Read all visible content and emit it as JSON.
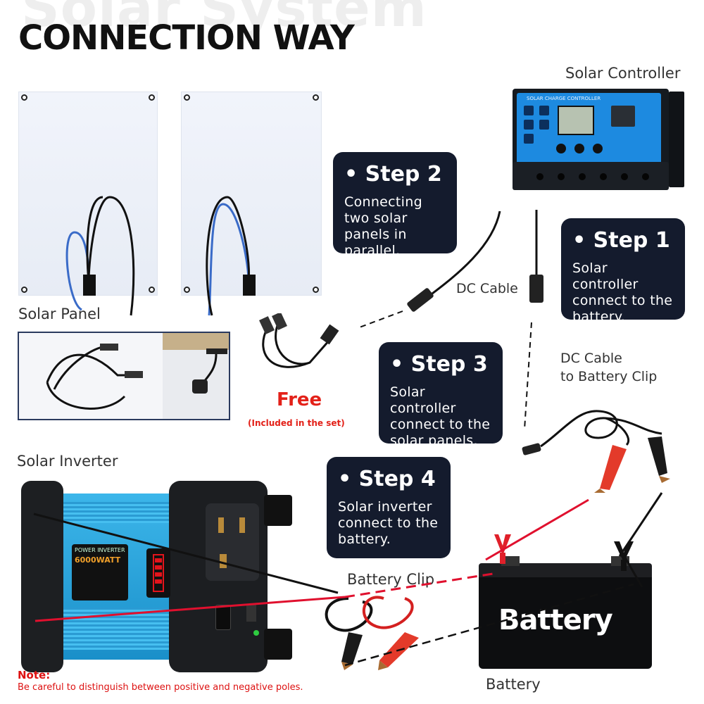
{
  "header": {
    "background_title": "Solar System",
    "title": "CONNECTION WAY"
  },
  "labels": {
    "solar_controller": "Solar Controller",
    "solar_panel": "Solar Panel",
    "dc_cable": "DC Cable",
    "dc_cable_battery_line1": "DC Cable",
    "dc_cable_battery_line2": "to Battery Clip",
    "solar_inverter": "Solar Inverter",
    "battery_clip": "Battery Clip",
    "battery": "Battery",
    "battery_body_text": "Battery",
    "free": "Free",
    "free_sub": "(Included in the set)"
  },
  "controller_screen": {
    "title": "SOLAR CHARGE CONTROLLER"
  },
  "inverter_label": {
    "line1": "POWER INVERTER",
    "line2": "6000WATT"
  },
  "steps": [
    {
      "title": "• Step 1",
      "text": "Solar controller connect to the battery."
    },
    {
      "title": "• Step 2",
      "text": "Connecting two solar panels in parallel."
    },
    {
      "title": "• Step 3",
      "text": "Solar controller connect to the solar panels."
    },
    {
      "title": "• Step 4",
      "text": "Solar inverter connect to the battery."
    }
  ],
  "note": {
    "title": "Note:",
    "text": "Be careful to distinguish between positive and negative poles."
  },
  "colors": {
    "card_bg": "#141b2d",
    "inverter_blue": "#27a6dc",
    "controller_blue": "#1e88d8",
    "wire_red": "#e0102e",
    "free_red": "#e32119"
  }
}
